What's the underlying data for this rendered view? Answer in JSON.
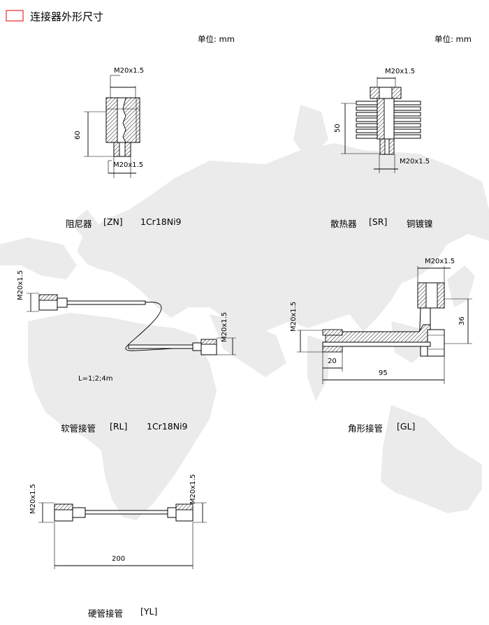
{
  "header": {
    "title": "连接器外形尺寸"
  },
  "colors": {
    "header_box": "#e8292e",
    "map": "#ebebeb"
  },
  "units": {
    "left": "单位: mm",
    "right": "单位: mm"
  },
  "parts": {
    "zn": {
      "caption": [
        "阻尼器",
        "[ZN]",
        "1Cr18Ni9"
      ],
      "dims": {
        "thread_top": "M20x1.5",
        "thread_bottom": "M20x1.5",
        "height": "60"
      }
    },
    "sr": {
      "caption": [
        "散热器",
        "[SR]",
        "铜镀镍"
      ],
      "dims": {
        "thread_top": "M20x1.5",
        "thread_bottom": "M20x1.5",
        "height": "50"
      }
    },
    "rl": {
      "caption": [
        "软管接管",
        "[RL]",
        "1Cr18Ni9"
      ],
      "dims": {
        "thread_left": "M20x1.5",
        "thread_right": "M20x1.5",
        "length": "L=1;2;4m"
      }
    },
    "gl": {
      "caption": [
        "角形接管",
        "[GL]"
      ],
      "dims": {
        "thread_top": "M20x1.5",
        "thread_left": "M20x1.5",
        "height": "36",
        "offset": "20",
        "length": "95"
      }
    },
    "yl": {
      "caption": [
        "硬管接管",
        "[YL]"
      ],
      "dims": {
        "thread_left": "M20x1.5",
        "thread_right": "M20x1.5",
        "length": "200"
      }
    }
  }
}
